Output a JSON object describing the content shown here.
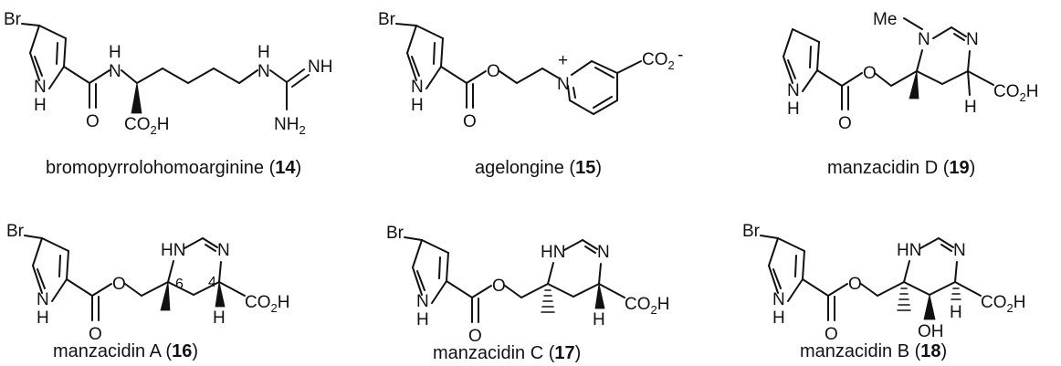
{
  "compounds": [
    {
      "id": "bromopyrrolohomoarginine",
      "name": "bromopyrrolohomoarginine",
      "number": "14",
      "labels": {
        "br": "Br",
        "nh_ring": "N",
        "h_ring": "H",
        "o": "O",
        "nh_amide_h": "H",
        "nh_amide_n": "N",
        "co2h": "CO",
        "co2h_sub": "2",
        "co2h_h": "H",
        "nh_guan_h": "H",
        "nh_guan_n": "N",
        "imine": "NH",
        "nh2": "NH",
        "nh2_sub": "2"
      }
    },
    {
      "id": "agelongine",
      "name": "agelongine",
      "number": "15",
      "labels": {
        "br": "Br",
        "nh_ring": "N",
        "h_ring": "H",
        "o_carbonyl": "O",
        "o_ester": "O",
        "n_plus": "N",
        "plus": "+",
        "co2": "CO",
        "co2_sub": "2",
        "minus": "-"
      }
    },
    {
      "id": "manzacidin-d",
      "name": "manzacidin D",
      "number": "19",
      "labels": {
        "me": "Me",
        "n_me": "N",
        "n_imine": "N",
        "nh_ring": "N",
        "h_ring": "H",
        "o_carbonyl": "O",
        "o_ester": "O",
        "h_stereo": "H",
        "co2h": "CO",
        "co2h_sub": "2",
        "co2h_h": "H"
      }
    },
    {
      "id": "manzacidin-a",
      "name": "manzacidin A",
      "number": "16",
      "labels": {
        "br": "Br",
        "nh_ring": "N",
        "h_ring": "H",
        "o_carbonyl": "O",
        "o_ester": "O",
        "hn": "HN",
        "n_imine": "N",
        "c6": "6",
        "c4": "4",
        "h_stereo": "H",
        "co2h": "CO",
        "co2h_sub": "2",
        "co2h_h": "H"
      }
    },
    {
      "id": "manzacidin-c",
      "name": "manzacidin C",
      "number": "17",
      "labels": {
        "br": "Br",
        "nh_ring": "N",
        "h_ring": "H",
        "o_carbonyl": "O",
        "o_ester": "O",
        "hn": "HN",
        "n_imine": "N",
        "h_stereo": "H",
        "co2h": "CO",
        "co2h_sub": "2",
        "co2h_h": "H"
      }
    },
    {
      "id": "manzacidin-b",
      "name": "manzacidin B",
      "number": "18",
      "labels": {
        "br": "Br",
        "nh_ring": "N",
        "h_ring": "H",
        "o_carbonyl": "O",
        "o_ester": "O",
        "hn": "HN",
        "n_imine": "N",
        "oh": "OH",
        "h_stereo": "H",
        "co2h": "CO",
        "co2h_sub": "2",
        "co2h_h": "H"
      }
    }
  ]
}
